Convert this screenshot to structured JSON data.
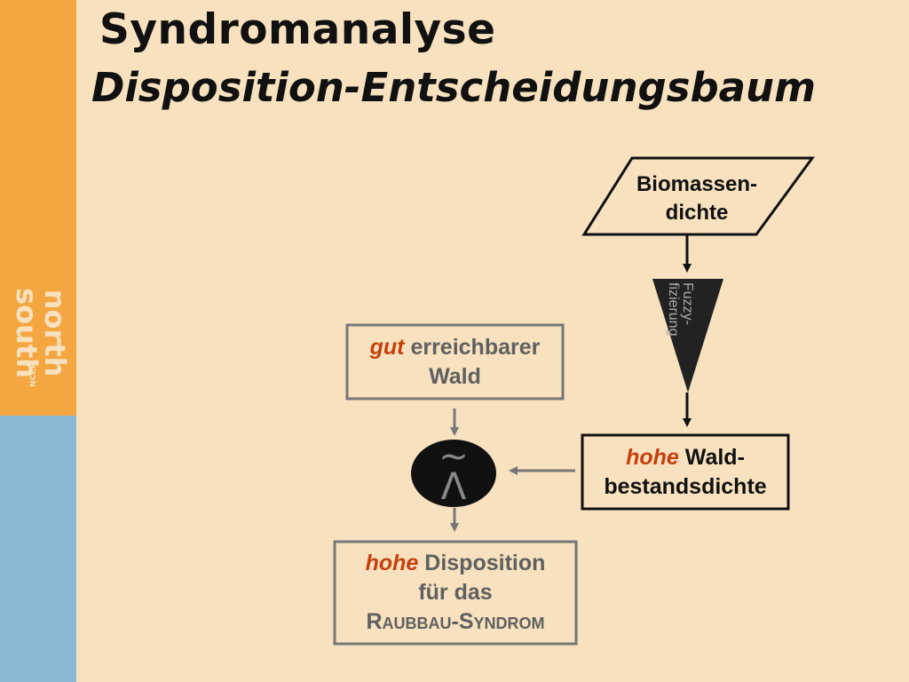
{
  "title": "Syndromanalyse",
  "subtitle": "Disposition-Entscheidungsbaum",
  "logo": {
    "line1": "north",
    "line2": "south",
    "prefix": "NCCR"
  },
  "nodes": {
    "biomass": {
      "line1": "Biomassen-",
      "line2": "dichte"
    },
    "fuzzy": {
      "line1": "Fuzzy-",
      "line2": "fizierung"
    },
    "forest_access": {
      "highlight": "gut",
      "rest": " erreichbarer",
      "line2": "Wald"
    },
    "density": {
      "highlight": "hohe",
      "rest": " Wald-",
      "line2": "bestandsdichte"
    },
    "operator": {
      "symbol": "Λ",
      "tilde": "~"
    },
    "result": {
      "highlight": "hohe",
      "rest": " Disposition",
      "line2": "für das",
      "line3": "Raubbau-Syndrom"
    }
  },
  "colors": {
    "accent_orange": "#f4a640",
    "accent_blue": "#8ab9d5",
    "highlight": "#c6400c",
    "background": "#f7e1bf"
  }
}
